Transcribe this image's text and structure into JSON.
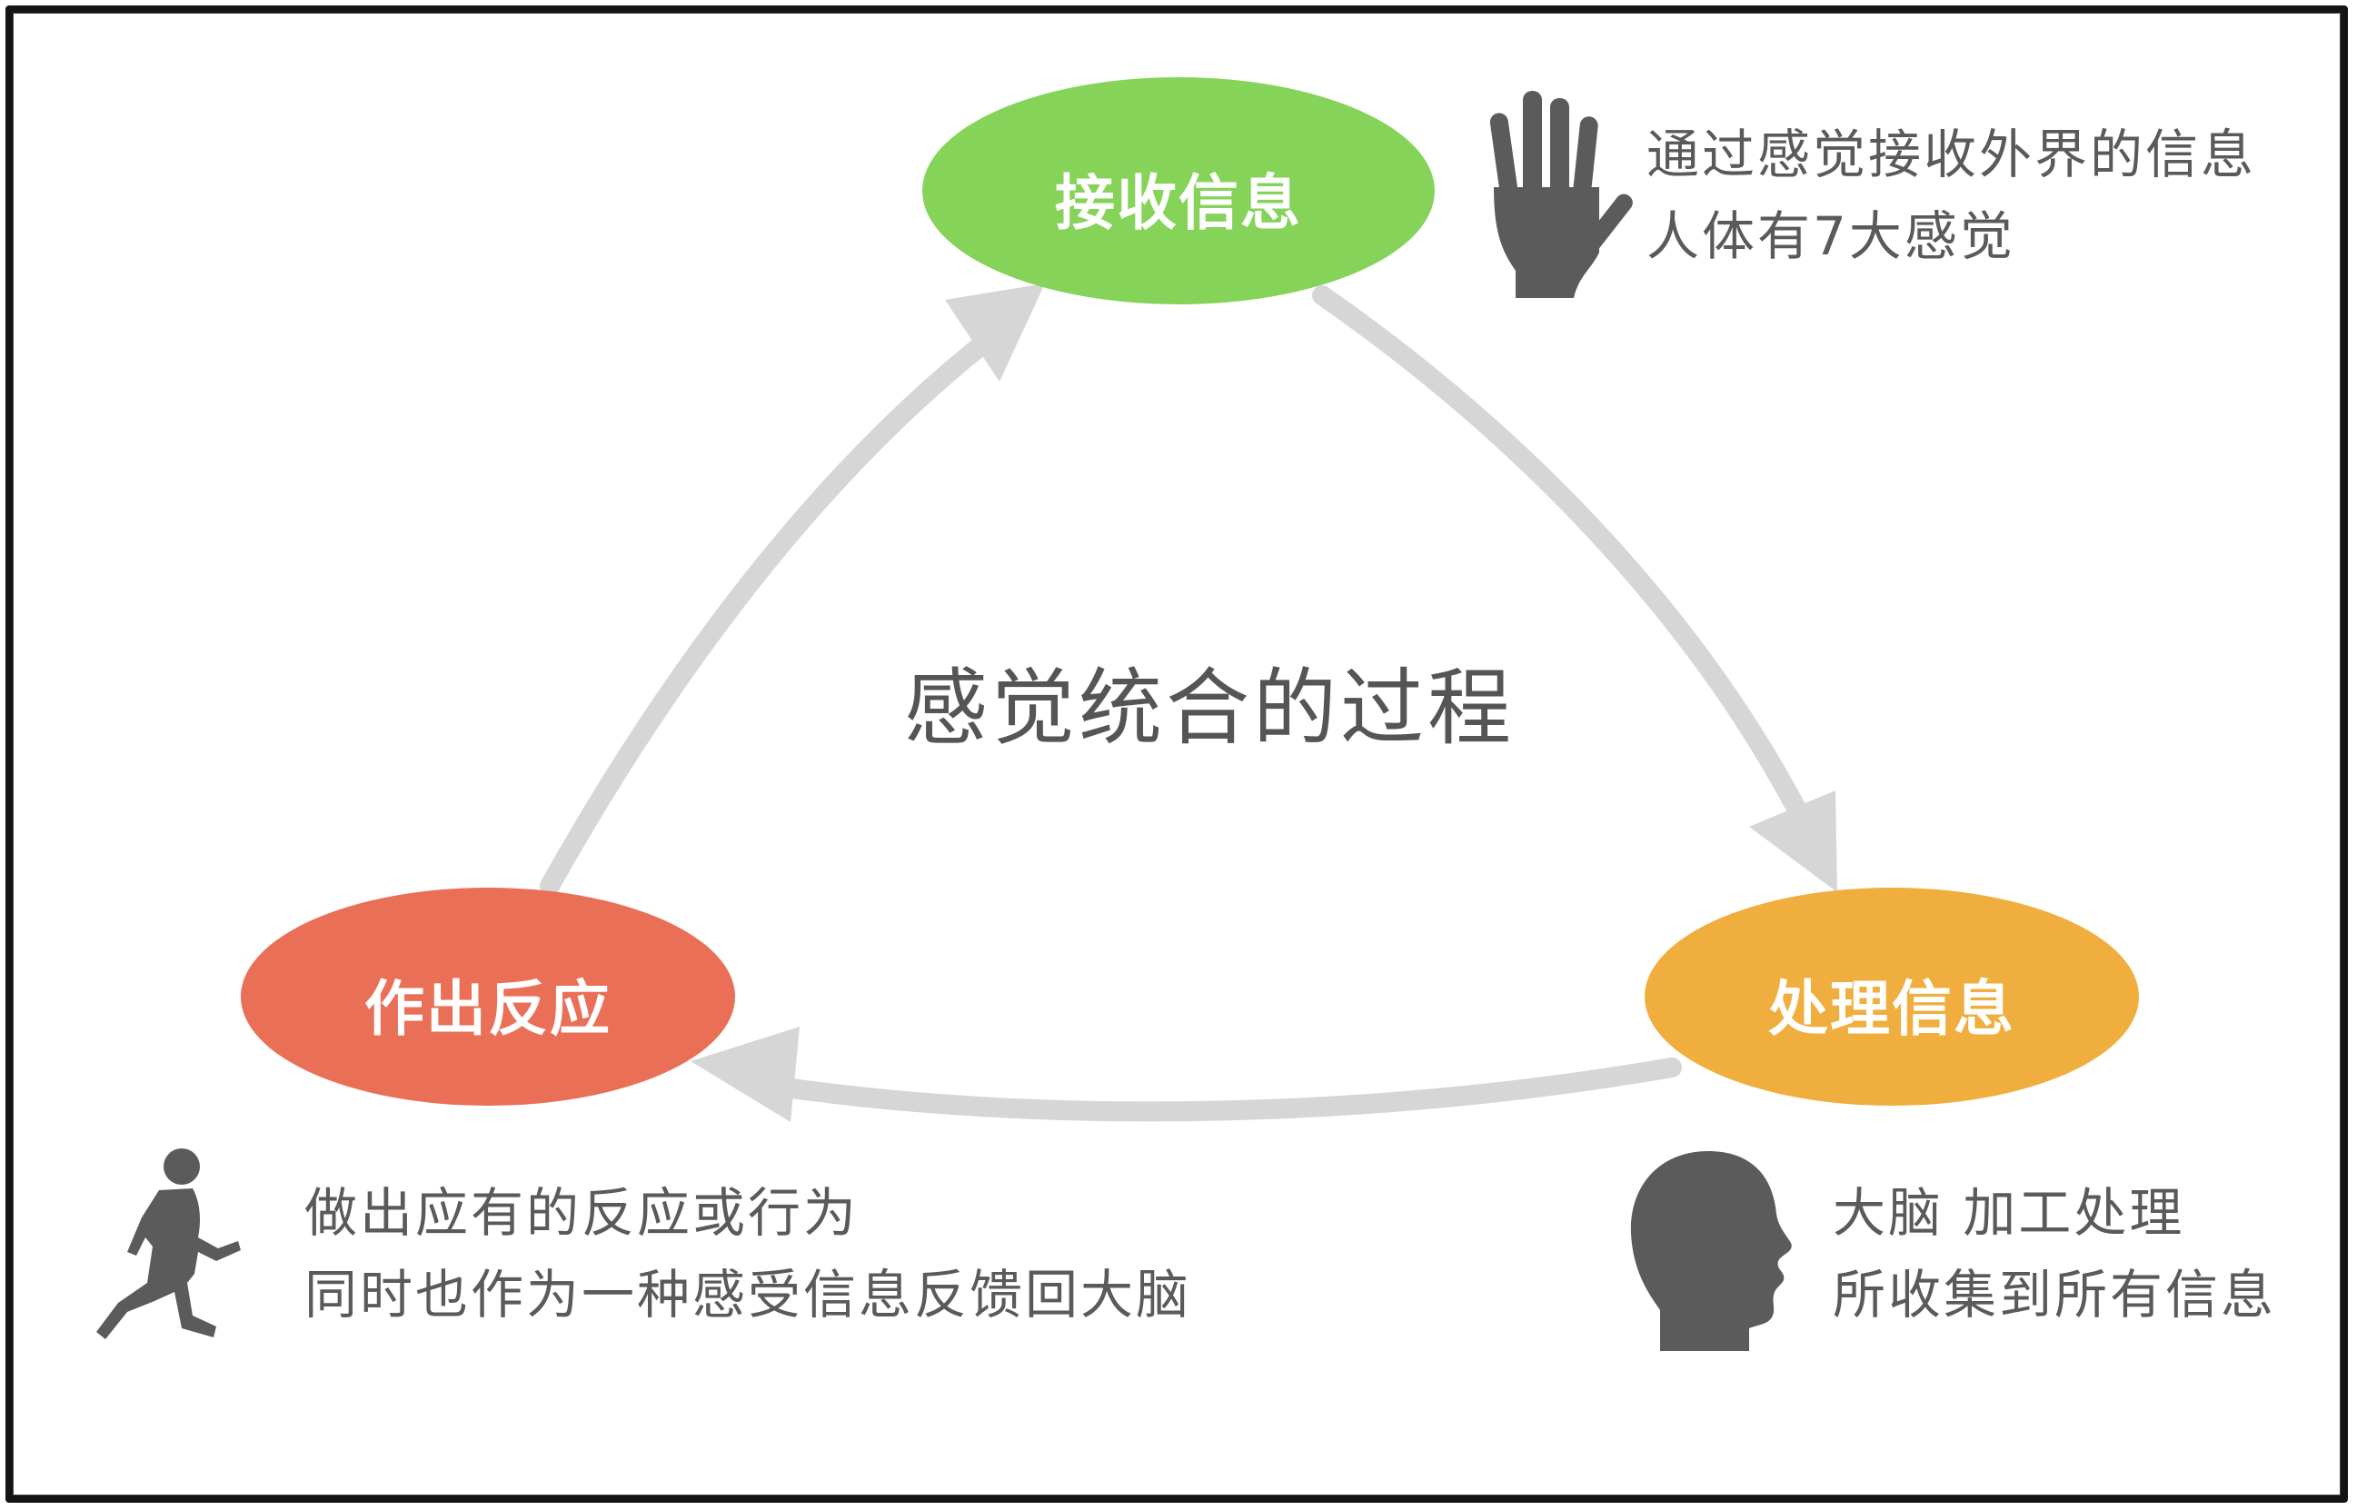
{
  "title": "感觉统合的过程",
  "nodes": {
    "receive": {
      "label": "接收信息",
      "color": "#86d35a"
    },
    "process": {
      "label": "处理信息",
      "color": "#f0ae3e"
    },
    "respond": {
      "label": "作出反应",
      "color": "#ea6f57"
    }
  },
  "notes": {
    "receive": {
      "line1": "通过感觉接收外界的信息",
      "line2": "人体有7大感觉"
    },
    "process": {
      "line1": "大脑 加工处理",
      "line2": "所收集到所有信息"
    },
    "respond": {
      "line1": "做出应有的反应或行为",
      "line2": "同时也作为一种感受信息反馈回大脑"
    }
  },
  "icons": {
    "receive": "hand-icon",
    "process": "head-icon",
    "respond": "running-person-icon"
  },
  "colors": {
    "arrow": "#d6d6d6",
    "icon": "#5b5b5b",
    "text": "#5a5a5a",
    "border": "#141414"
  }
}
